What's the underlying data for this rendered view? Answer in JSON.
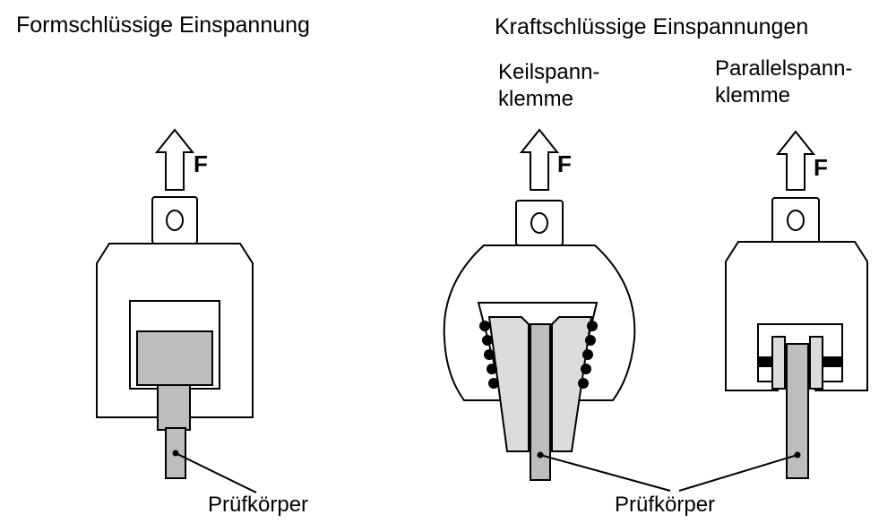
{
  "headings": {
    "form": "Formschlüssige Einspannung",
    "kraft": "Kraftschlüssige Einspannungen"
  },
  "subheadings": {
    "keil_line1": "Keilspann-",
    "keil_line2": "klemme",
    "parallel_line1": "Parallelspann-",
    "parallel_line2": "klemme"
  },
  "force_label": "F",
  "specimen_labels": {
    "left": "Prüfkörper",
    "right": "Prüfkörper"
  }
}
